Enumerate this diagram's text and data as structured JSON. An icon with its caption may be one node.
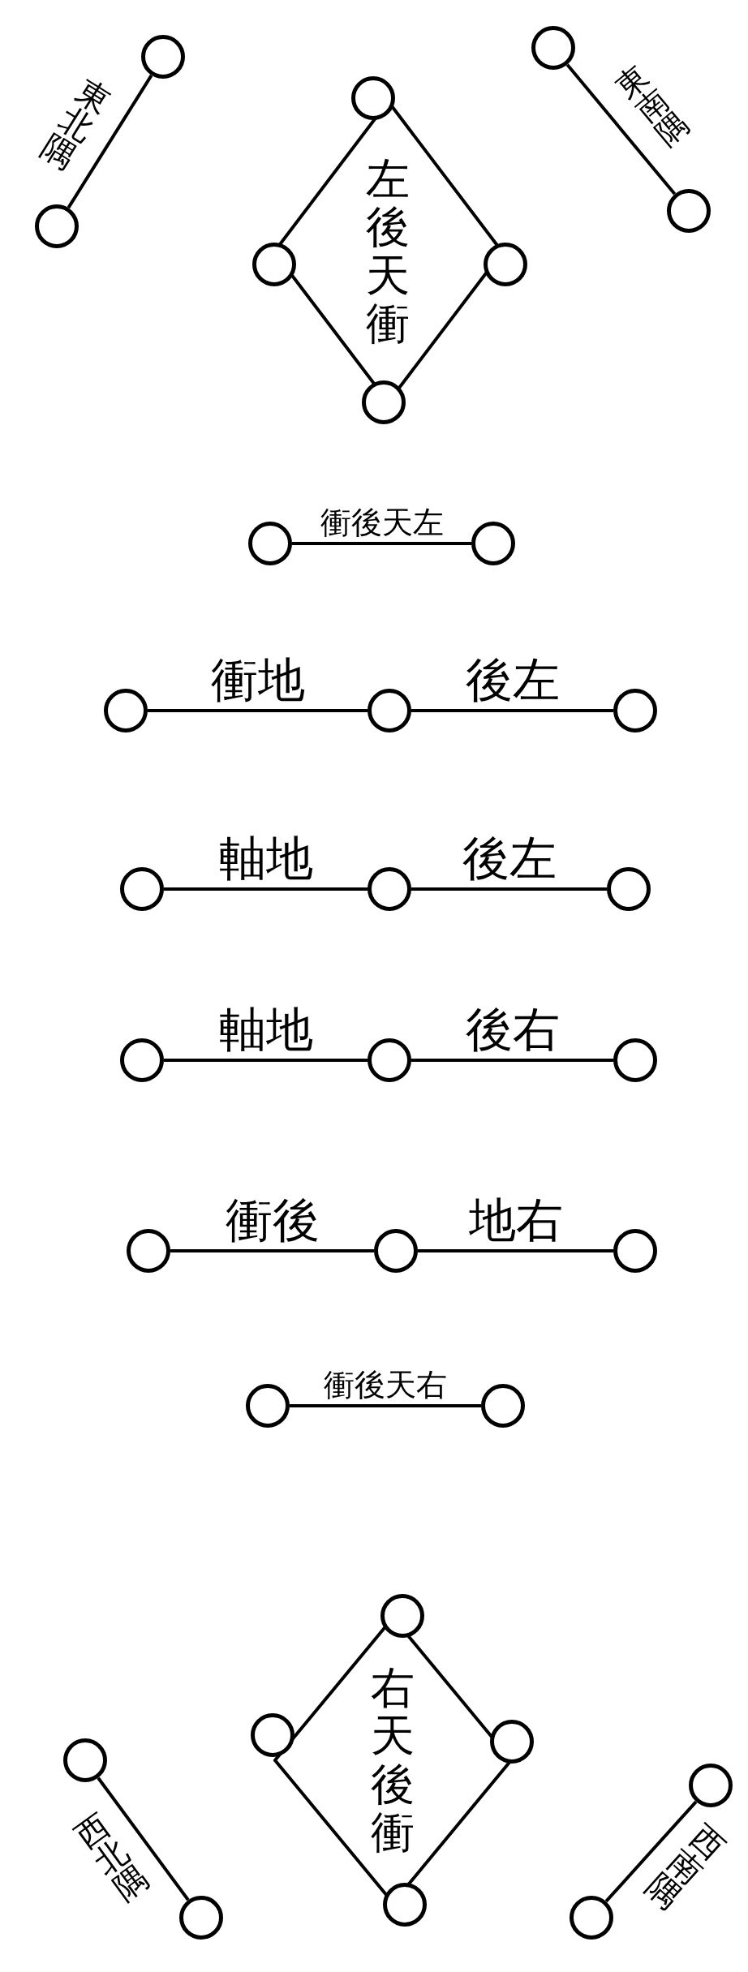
{
  "diagram": {
    "nodes": [
      {
        "text": [],
        "shape": "circle"
      },
      {
        "text": [],
        "shape": "circle"
      },
      {
        "text": [],
        "shape": "circle"
      },
      {
        "text": [
          "左後天衝"
        ]
      },
      {
        "text": [],
        "shape": "circle"
      },
      {
        "text": [],
        "shape": "circle"
      },
      {
        "text": [],
        "shape": "circle"
      },
      {
        "text": [],
        "shape": "circle"
      },
      {
        "text": [],
        "shape": "circle"
      },
      {
        "text": [],
        "shape": "circle"
      },
      {
        "text": [],
        "shape": "circle"
      },
      {
        "text": [],
        "shape": "circle"
      },
      {
        "text": [],
        "shape": "circle"
      },
      {
        "text": [],
        "shape": "circle"
      },
      {
        "text": [],
        "shape": "circle"
      },
      {
        "text": [],
        "shape": "circle"
      },
      {
        "text": [],
        "shape": "circle"
      },
      {
        "text": [],
        "shape": "circle"
      },
      {
        "text": [],
        "shape": "circle"
      },
      {
        "text": [],
        "shape": "circle"
      },
      {
        "text": [],
        "shape": "circle"
      },
      {
        "text": [],
        "shape": "circle"
      },
      {
        "text": [],
        "shape": "circle"
      },
      {
        "text": [],
        "shape": "circle"
      },
      {
        "text": [],
        "shape": "circle"
      },
      {
        "text": [],
        "shape": "circle"
      },
      {
        "text": [
          "右天後衝"
        ]
      },
      {
        "text": [],
        "shape": "circle"
      },
      {
        "text": [],
        "shape": "circle"
      },
      {
        "text": [],
        "shape": "circle"
      },
      {
        "text": [],
        "shape": "circle"
      },
      {
        "text": [],
        "shape": "circle"
      },
      {
        "text": [],
        "shape": "circle"
      },
      {
        "text": [],
        "shape": "circle"
      }
    ],
    "edges": [
      {
        "from": 0,
        "to": 1,
        "arrow": "none",
        "label": "東北隅"
      },
      {
        "from": 2,
        "to": 8,
        "arrow": "none",
        "label": "東南隅"
      },
      {
        "from": 9,
        "to": 10,
        "arrow": "none",
        "label": "衝後天左"
      },
      {
        "from": 11,
        "to": 12,
        "arrow": "none",
        "label": "衝地"
      },
      {
        "from": 12,
        "to": 13,
        "arrow": "none",
        "label": "後左"
      },
      {
        "from": 14,
        "to": 15,
        "arrow": "none",
        "label": "軸地"
      },
      {
        "from": 15,
        "to": 16,
        "arrow": "none",
        "label": "後左"
      },
      {
        "from": 17,
        "to": 18,
        "arrow": "none",
        "label": "軸地"
      },
      {
        "from": 18,
        "to": 19,
        "arrow": "none",
        "label": "後右"
      },
      {
        "from": 20,
        "to": 21,
        "arrow": "none",
        "label": "衝後"
      },
      {
        "from": 21,
        "to": 22,
        "arrow": "none",
        "label": "地右"
      },
      {
        "from": 23,
        "to": 24,
        "arrow": "none",
        "label": "衝後天右"
      },
      {
        "from": 30,
        "to": 31,
        "arrow": "none",
        "label": "西北隅"
      },
      {
        "from": 32,
        "to": 33,
        "arrow": "none",
        "label": "西南隅"
      }
    ]
  }
}
